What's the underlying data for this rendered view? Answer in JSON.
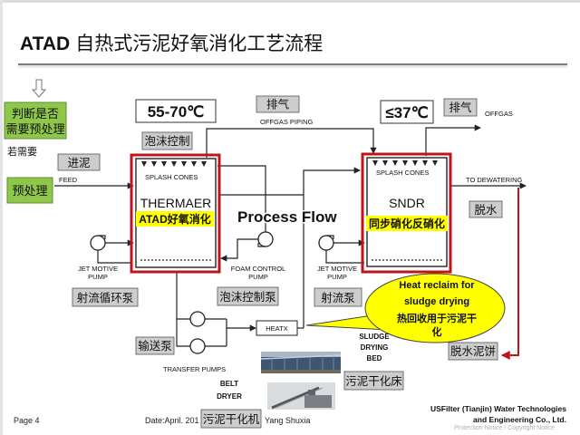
{
  "title": {
    "prefix": "ATAD",
    "text": "自热式污泥好氧消化工艺流程"
  },
  "pretreatment": {
    "decision": [
      "判断是否",
      "需要预处理"
    ],
    "condition": "若需要",
    "step": "预处理"
  },
  "diagram": {
    "heading": "Process Flow",
    "thermophilic_temp": "55-70℃",
    "mesophilic_temp": "≤37℃",
    "offgas_left_cn": "排气",
    "offgas_piping": "OFFGAS PIPING",
    "offgas_right_cn": "排气",
    "offgas": "OFFGAS",
    "foam_control_cn": "泡沫控制",
    "feed_cn": "进泥",
    "feed": "FEED",
    "thermaer": {
      "splash_cones": "SPLASH CONES",
      "name": "THERMAER",
      "label_cn": "ATAD好氧消化"
    },
    "sndr": {
      "splash_cones": "SPLASH CONES",
      "name": "SNDR",
      "label_cn": "同步硝化反硝化"
    },
    "to_dewatering": "TO DEWATERING",
    "dewatering_cn": "脱水",
    "jet_pump_left": {
      "label": [
        "JET MOTIVE",
        "PUMP"
      ],
      "label_cn": "射流循环泵"
    },
    "foam_pump": {
      "label": [
        "FOAM CONTROL",
        "PUMP"
      ],
      "label_cn": "泡沫控制泵"
    },
    "jet_pump_right": {
      "label": [
        "JET MOTIVE",
        "PUMP"
      ],
      "label_cn": "射流泵"
    },
    "heat_reclaim": [
      "Heat reclaim for",
      "sludge drying",
      "热回收用于污泥干",
      "化"
    ],
    "transfer_pumps": {
      "label": "TRANSFER PUMPS",
      "label_cn": "输送泵"
    },
    "heat_exchanger": "HEATX",
    "drying_bed": {
      "label": [
        "SLUDGE",
        "DRYING",
        "BED"
      ],
      "label_cn": "污泥干化床"
    },
    "sludge_cake_cn": "脱水泥饼",
    "belt_dryer": {
      "label": [
        "BELT",
        "DRYER"
      ],
      "label_cn": "污泥干化机"
    }
  },
  "footer": {
    "page": "Page 4",
    "date": "Date:April. 201",
    "author": "Yang Shuxia",
    "company": [
      "USFilter (Tianjin) Water Technologies",
      "and Engineering Co., Ltd."
    ],
    "notice": "Protection Notice / Copyright Notice"
  },
  "colors": {
    "green": "#8fc74a",
    "gray_tag": "#cdcdcd",
    "red": "#c0141c",
    "yellow": "#ffff00"
  }
}
